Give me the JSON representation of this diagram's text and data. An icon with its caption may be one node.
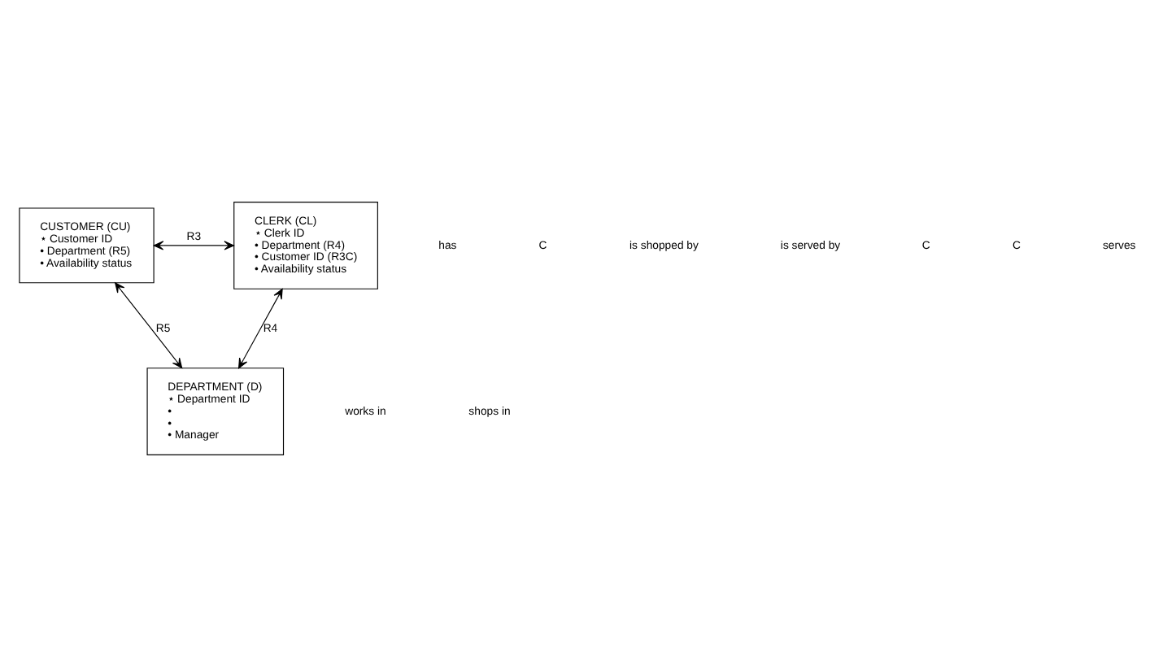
{
  "diagram": {
    "nodes": [
      {
        "text": [
          "DEPARTMENT (D)",
          "⋆ Department ID",
          "•",
          "•",
          "• Manager"
        ]
      },
      {
        "text": [
          "CLERK (CL)",
          "⋆ Clerk ID",
          "• Department (R4)",
          "• Customer ID (R3C)",
          "• Availability status"
        ]
      },
      {
        "text": [
          "CUSTOMER (CU)",
          "⋆ Customer ID",
          "• Department (R5)",
          "• Availability status"
        ]
      }
    ],
    "edges": [
      {
        "from": 1,
        "to": 0,
        "arrow": "both",
        "label": "R4"
      },
      {
        "from": 2,
        "to": 0,
        "arrow": "both",
        "label": "R5"
      },
      {
        "from": 2,
        "to": 1,
        "arrow": "both",
        "label": "R3"
      }
    ],
    "labels": [
      "works in",
      "shops in",
      "has",
      "C",
      "is shopped by",
      "is served by",
      "C",
      "C",
      "serves"
    ]
  }
}
